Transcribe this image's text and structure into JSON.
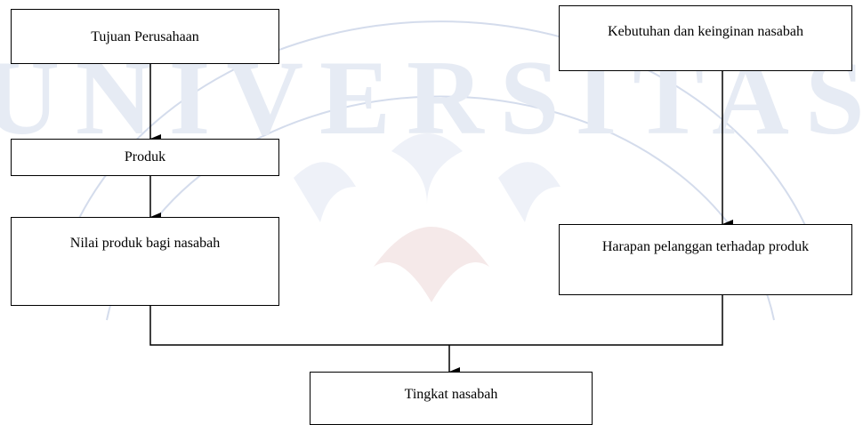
{
  "nodes": {
    "tujuan": "Tujuan Perusahaan",
    "produk": "Produk",
    "nilai": "Nilai produk bagi nasabah",
    "kebutuhan": "Kebutuhan dan keinginan nasabah",
    "harapan": "Harapan pelanggan terhadap produk",
    "tingkat": "Tingkat nasabah"
  },
  "watermark_text": "UNIVERSITAS",
  "colors": {
    "line": "#000000",
    "watermark": "#c9d3e8"
  }
}
